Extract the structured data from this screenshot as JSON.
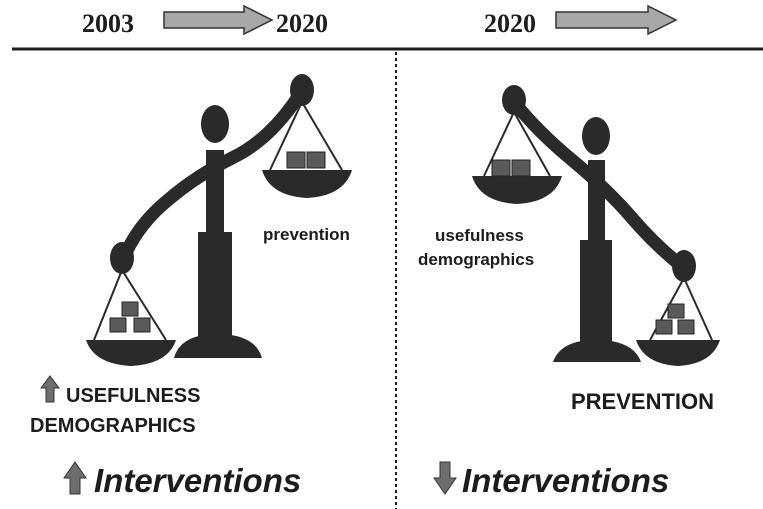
{
  "header": {
    "left_start_year": "2003",
    "left_end_year": "2020",
    "right_start_year": "2020"
  },
  "left_panel": {
    "light_pan_label": "prevention",
    "heavy_line_1": "USEFULNESS",
    "heavy_line_2": "DEMOGRAPHICS",
    "interventions_label": "Interventions",
    "trend_icon": "up-arrow-icon"
  },
  "right_panel": {
    "light_pan_line_1": "usefulness",
    "light_pan_line_2": "demographics",
    "heavy_label": "PREVENTION",
    "interventions_label": "Interventions",
    "trend_icon": "down-arrow-icon"
  },
  "colors": {
    "ink": "#1c1c1c",
    "scale": "#2a2a2a",
    "box": "#5a5a5a",
    "arrow_fill": "#a8a8a8",
    "trend_arrow": "#6e6e6e"
  }
}
